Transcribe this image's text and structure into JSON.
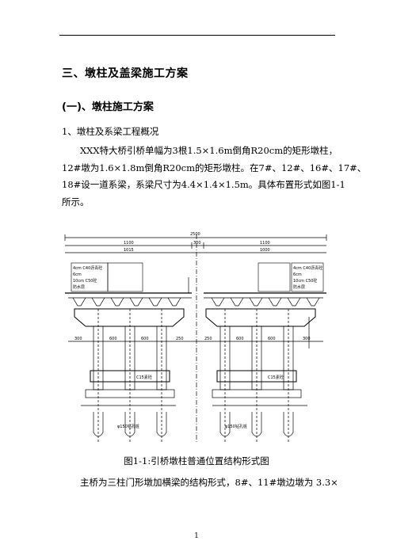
{
  "doc": {
    "section_title": "三、墩柱及盖梁施工方案",
    "subsection_title": "(一)、墩柱施工方案",
    "item_title": "1、墩柱及系梁工程概况",
    "paragraph1_lines": [
      "XXX特大桥引桥单幅为3根1.5×1.6m倒角R20cm的矩形墩柱，",
      "12#墩为1.6×1.8m倒角R20cm的矩形墩柱。在7#、12#、16#、17#、",
      "18#设一道系梁，系梁尺寸为4.4×1.4×1.5m。具体布置形式如图1-1",
      "所示。"
    ],
    "figure_caption": "图1-1:引桥墩柱普通位置结构形式图",
    "paragraph2": "主桥为三柱门形墩加横梁的结构形式，8#、11#墩边墩为 3.3×",
    "page_number": "1"
  },
  "figure": {
    "dim_total": "2500",
    "dim_half_left": "1100",
    "dim_half_right": "1100",
    "dim_mid": "300",
    "dim_left_sub": "1015",
    "dim_right_sub": "1000",
    "pier_spacing": [
      "300",
      "600",
      "600",
      "250",
      "250",
      "600",
      "600",
      "300"
    ],
    "tie_beam_label_left": "C15素砼",
    "tie_beam_label_right": "C15素砼",
    "pile_label_left": "φ150钻孔桩",
    "pile_label_right": "φ150钻孔桩",
    "layer_labels": [
      "4cm C40沥青砼",
      "6cm",
      "10cm C50砼",
      "防水层"
    ]
  }
}
